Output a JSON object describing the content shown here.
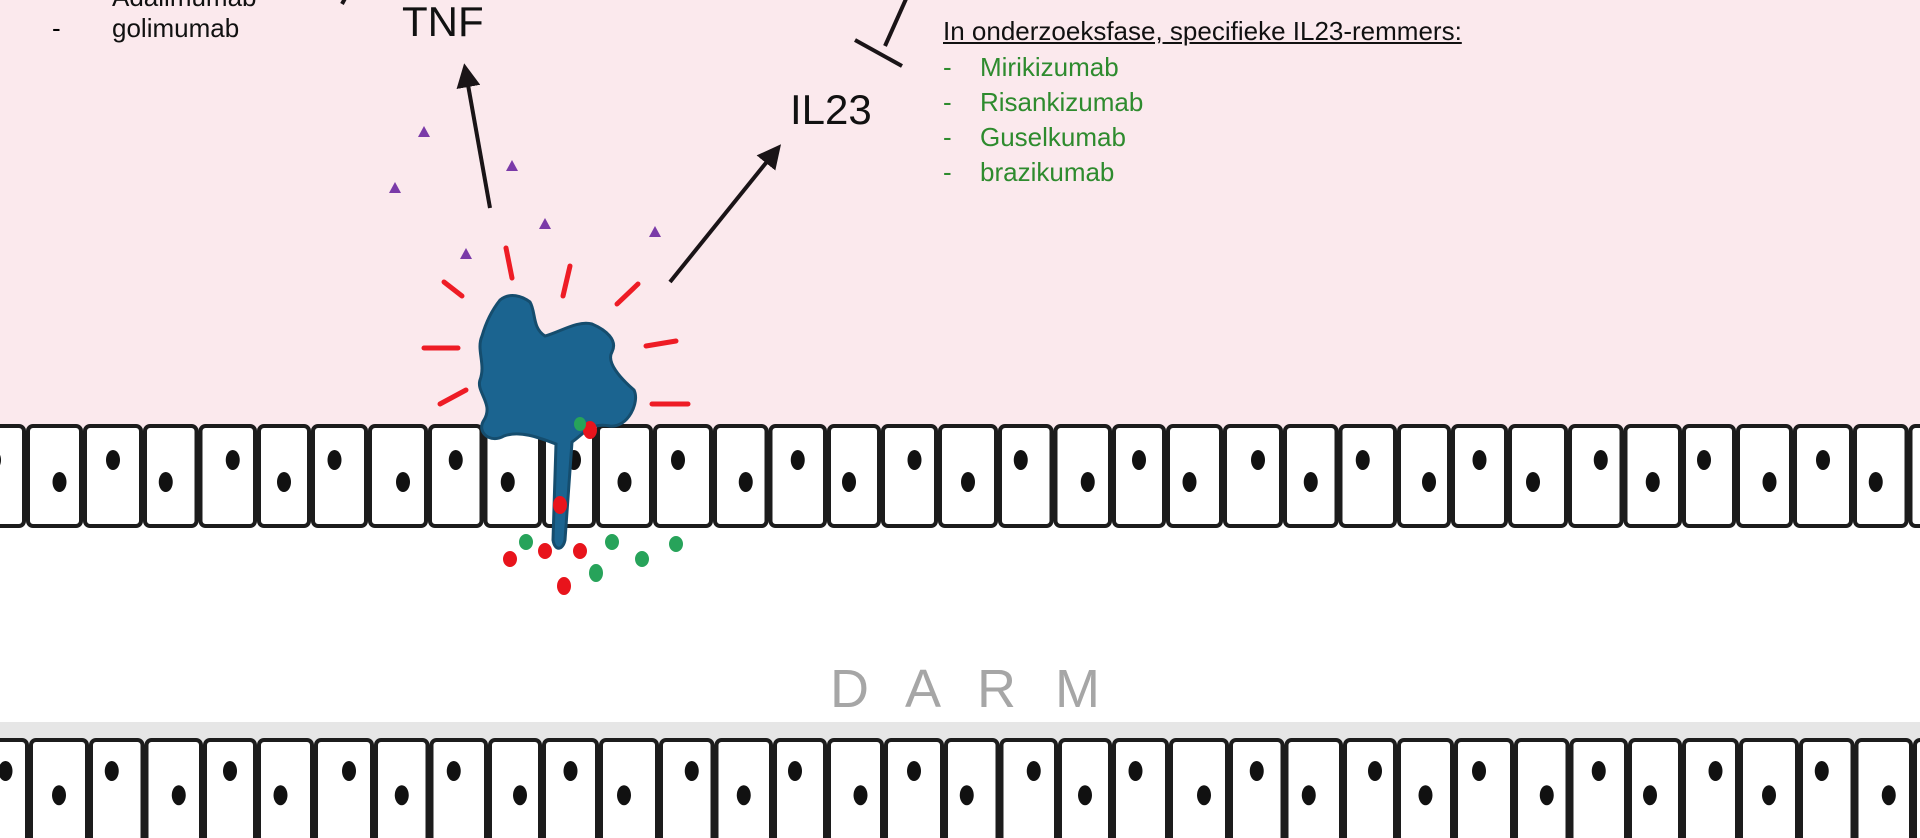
{
  "tnf_inhibitors": {
    "items": [
      "Adalimumab",
      "golimumab"
    ]
  },
  "labels": {
    "tnf": "TNF",
    "il23": "IL23",
    "darm": "D A R M"
  },
  "il23_inhibitors": {
    "heading": "In onderzoeksfase, specifieke IL23-remmers:",
    "items": [
      "Mirikizumab",
      "Risankizumab",
      "Guselkumab",
      "brazikumab"
    ]
  },
  "colors": {
    "tissue": "#fbe9ed",
    "cell_body": "#1b6490",
    "burst": "#ee1c25",
    "green_text": "#2e8b2e",
    "cytokine_triangle": "#7a3aa8",
    "red_dot": "#e8141c",
    "green_dot": "#27a35a",
    "gut_label": "#a6a6a6"
  }
}
